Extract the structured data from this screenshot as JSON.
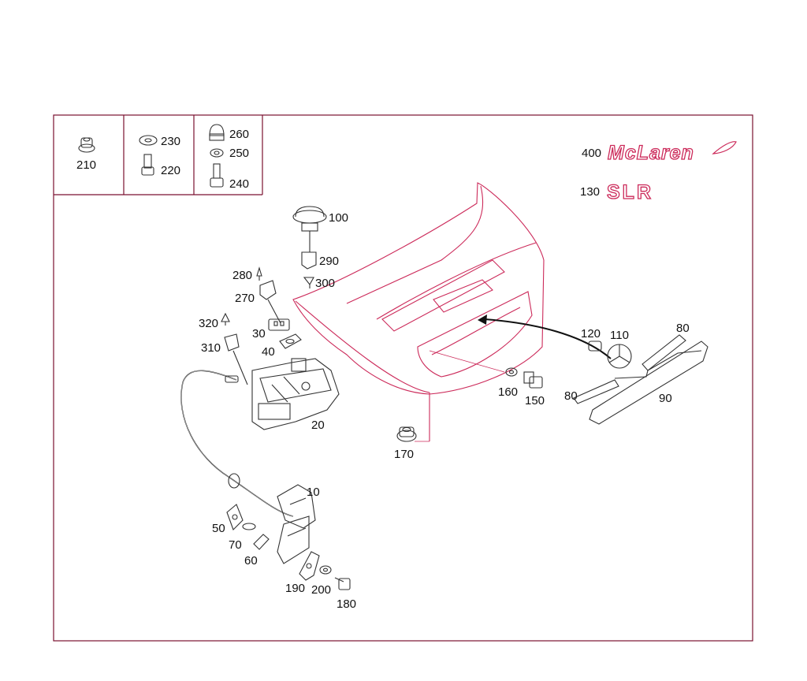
{
  "legend": [
    {
      "id": "210",
      "label": "210"
    },
    {
      "id": "230",
      "label": "230"
    },
    {
      "id": "220",
      "label": "220"
    },
    {
      "id": "260",
      "label": "260"
    },
    {
      "id": "250",
      "label": "250"
    },
    {
      "id": "240",
      "label": "240"
    }
  ],
  "callouts": [
    {
      "id": "100",
      "label": "100"
    },
    {
      "id": "290",
      "label": "290"
    },
    {
      "id": "300",
      "label": "300"
    },
    {
      "id": "280",
      "label": "280"
    },
    {
      "id": "270",
      "label": "270"
    },
    {
      "id": "320",
      "label": "320"
    },
    {
      "id": "30",
      "label": "30"
    },
    {
      "id": "310",
      "label": "310"
    },
    {
      "id": "40",
      "label": "40"
    },
    {
      "id": "20",
      "label": "20"
    },
    {
      "id": "10",
      "label": "10"
    },
    {
      "id": "50",
      "label": "50"
    },
    {
      "id": "70",
      "label": "70"
    },
    {
      "id": "60",
      "label": "60"
    },
    {
      "id": "190",
      "label": "190"
    },
    {
      "id": "200",
      "label": "200"
    },
    {
      "id": "180",
      "label": "180"
    },
    {
      "id": "160",
      "label": "160"
    },
    {
      "id": "150",
      "label": "150"
    },
    {
      "id": "170",
      "label": "170"
    },
    {
      "id": "120",
      "label": "120"
    },
    {
      "id": "110",
      "label": "110"
    },
    {
      "id": "80a",
      "label": "80"
    },
    {
      "id": "80b",
      "label": "80"
    },
    {
      "id": "90",
      "label": "90"
    },
    {
      "id": "400",
      "label": "400"
    },
    {
      "id": "130",
      "label": "130"
    }
  ],
  "brand": {
    "mclaren": "McLaren",
    "slr": "SLR"
  },
  "colors": {
    "frame": "#7a1030",
    "part": "#cc2a5a",
    "ink": "#111111"
  }
}
